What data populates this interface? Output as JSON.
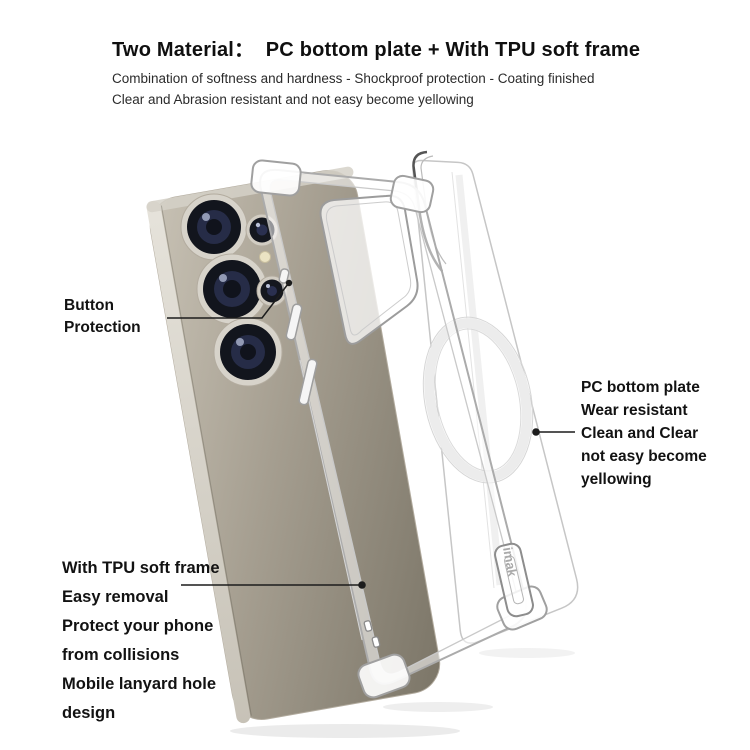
{
  "header": {
    "title": "Two Material：  PC bottom plate + With TPU soft frame",
    "subtitle_line1": "Combination of softness and hardness - Shockproof protection - Coating finished",
    "subtitle_line2": "Clear and Abrasion resistant and not easy become yellowing"
  },
  "callouts": {
    "button_protection": {
      "lines": [
        "Button",
        "Protection"
      ]
    },
    "tpu_frame": {
      "lines": [
        "With TPU soft frame",
        "Easy removal",
        "Protect your phone",
        "from collisions",
        "Mobile lanyard hole",
        "design"
      ]
    },
    "pc_plate": {
      "lines": [
        "PC bottom plate",
        "Wear resistant",
        "Clean and Clear",
        "not easy become",
        "yellowing"
      ]
    }
  },
  "product": {
    "brand_text": "imak",
    "colors": {
      "phone_body_light": "#c9c3b6",
      "phone_body_dark": "#7b7567",
      "phone_edge": "#dcd8d0",
      "lens_dark": "#12151d",
      "case_outline": "#ababab",
      "plate_outline": "#c6c6c6",
      "magsafe_ring": "#ececec",
      "callout_line": "#1c1c1c",
      "text": "#111111"
    }
  }
}
